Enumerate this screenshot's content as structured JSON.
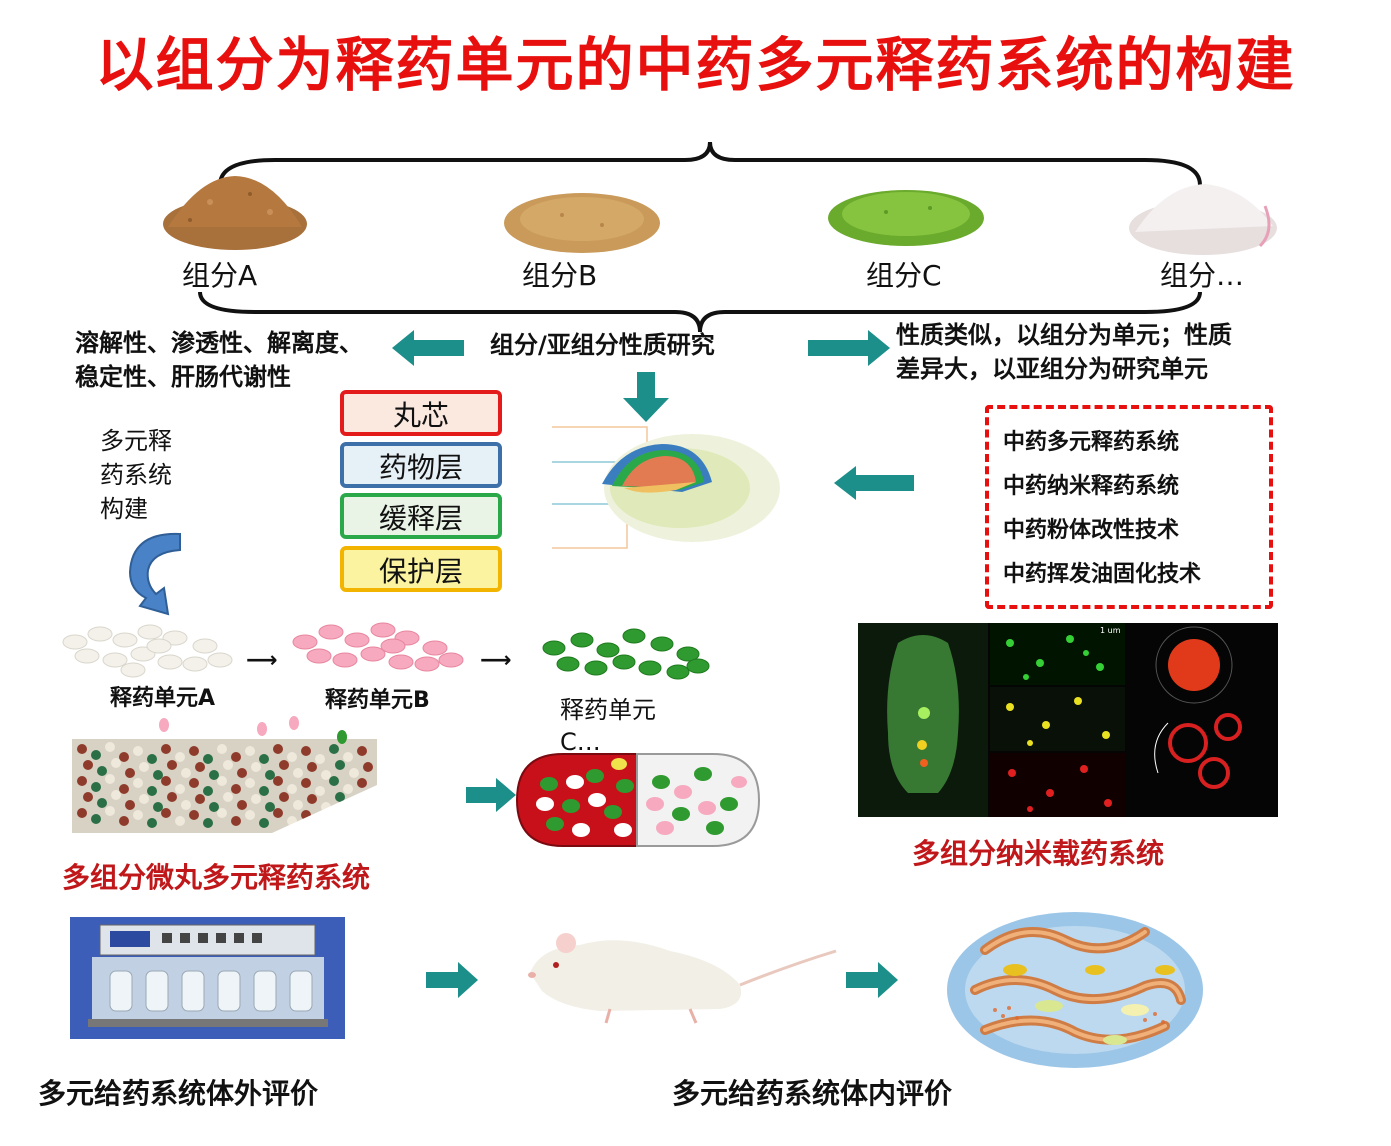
{
  "title": "以组分为释药单元的中药多元释药系统的构建",
  "components": [
    "组分A",
    "组分B",
    "组分C",
    "组分…"
  ],
  "colors": {
    "title_red": "#e8100f",
    "teal_arrow": "#1c8f8a",
    "powder_a": "#b5793f",
    "powder_b": "#c99a5a",
    "powder_c": "#7fbf3a",
    "powder_d": "#f1ecec"
  },
  "research": {
    "center": "组分/亚组分性质研究",
    "left_line1": "溶解性、渗透性、解离度、",
    "left_line2": "稳定性、肝肠代谢性",
    "right_line1": "性质类似，以组分为单元；性质",
    "right_line2": "差异大，以亚组分为研究单元"
  },
  "cycle": {
    "line1": "多元释",
    "line2": "药系统",
    "line3": "构建"
  },
  "layers": [
    {
      "label": "丸芯",
      "border": "#e31b1b",
      "bg": "#fbe9e0"
    },
    {
      "label": "药物层",
      "border": "#3d6fa8",
      "bg": "#e6f0f7"
    },
    {
      "label": "缓释层",
      "border": "#2aa84a",
      "bg": "#e9f4e6"
    },
    {
      "label": "保护层",
      "border": "#f3b400",
      "bg": "#fbf3a0"
    }
  ],
  "techniques": [
    "中药多元释药系统",
    "中药纳米释药系统",
    "中药粉体改性技术",
    "中药挥发油固化技术"
  ],
  "units": {
    "a": "释药单元A",
    "b": "释药单元B",
    "c_line1": "释药单元",
    "c_line2": "C…"
  },
  "nano_scale": "1 um",
  "captions": {
    "micro": "多组分微丸多元释药系统",
    "nano": "多组分纳米载药系统",
    "vitro": "多元给药系统体外评价",
    "vivo": "多元给药系统体内评价"
  }
}
